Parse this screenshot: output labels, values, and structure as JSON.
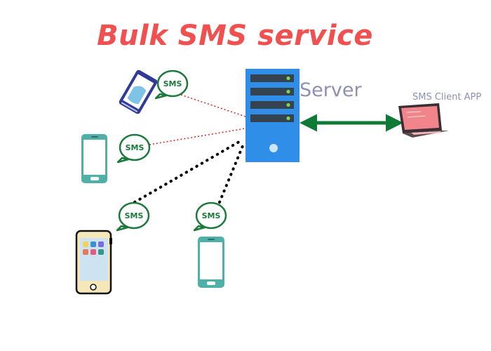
{
  "title": "Bulk SMS service",
  "server_label": "Server",
  "client_label": "SMS Client APP",
  "bubble_text": "SMS",
  "colors": {
    "title": "#f05150",
    "server_body": "#2f8fe8",
    "server_slot": "#35424f",
    "server_led": "#7ed84a",
    "server_label": "#8d8fb3",
    "client_label": "#8d8fb3",
    "bubble": "#1b7a3b",
    "red_link": "#e02020",
    "black_link": "#000000",
    "bidirectional_arrow": "#0e7a35",
    "laptop_screen": "#f2848c",
    "phone_teal": "#4fb0aa"
  },
  "icons": [
    "server-icon",
    "laptop-icon",
    "smartphone-icon",
    "sms-bubble-icon"
  ]
}
